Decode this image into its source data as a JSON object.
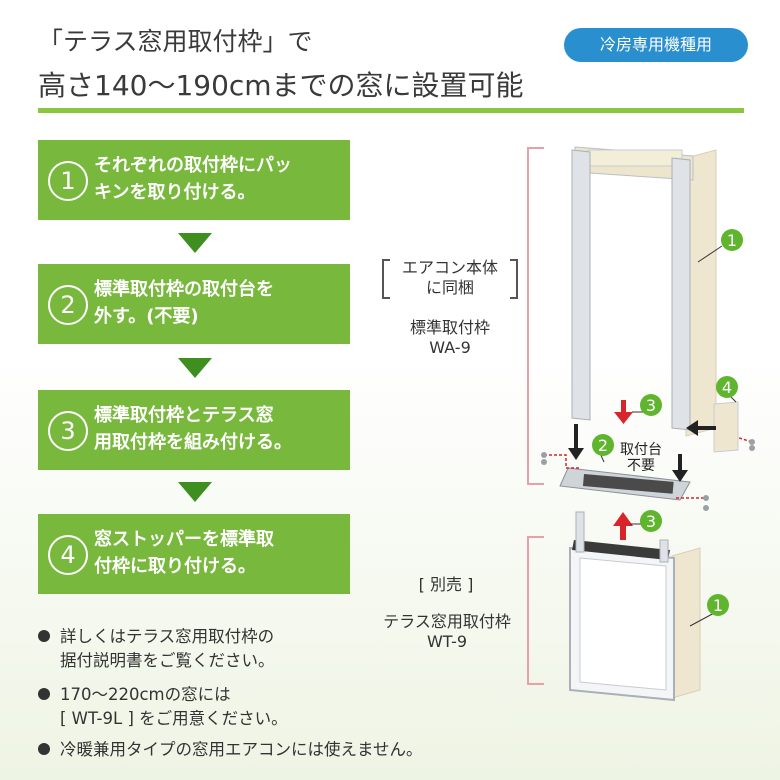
{
  "header": {
    "title_line1": "「テラス窓用取付枠」で",
    "title_line2": "高さ140〜190cmまでの窓に設置可能",
    "badge": "冷房専用機種用"
  },
  "steps": [
    {
      "num": "1",
      "line1": "それぞれの取付枠にパッ",
      "line2": "キンを取り付ける。"
    },
    {
      "num": "2",
      "line1": "標準取付枠の取付台を",
      "line2": "外す。(不要)"
    },
    {
      "num": "3",
      "line1": "標準取付枠とテラス窓",
      "line2": "用取付枠を組み付ける。"
    },
    {
      "num": "4",
      "line1": "窓ストッパーを標準取",
      "line2": "付枠に取り付ける。"
    }
  ],
  "notes": [
    {
      "lines": [
        "詳しくはテラス窓用取付枠の",
        "据付説明書をご覧ください。"
      ]
    },
    {
      "lines": [
        "170〜220cmの窓には",
        "[ WT-9L ] をご用意ください。"
      ]
    },
    {
      "lines": [
        "冷暖兼用タイプの窓用エアコンには使えません。"
      ]
    }
  ],
  "diagram": {
    "upper_note_line1": "エアコン本体",
    "upper_note_line2": "に同梱",
    "upper_name": "標準取付枠",
    "upper_model": "WA-9",
    "lower_note": "[ 別売 ]",
    "lower_name": "テラス窓用取付枠",
    "lower_model": "WT-9",
    "callout_1": "1",
    "callout_2": "2",
    "callout_3": "3",
    "callout_4": "4",
    "stand_label_line1": "取付台",
    "stand_label_line2": "不要",
    "colors": {
      "callout_green": "#5fb52e",
      "arrow_red": "#d8252a",
      "bracket_pink": "#e8a0a8",
      "step_green": "#78b83c",
      "badge_blue": "#2a8fcf"
    }
  }
}
